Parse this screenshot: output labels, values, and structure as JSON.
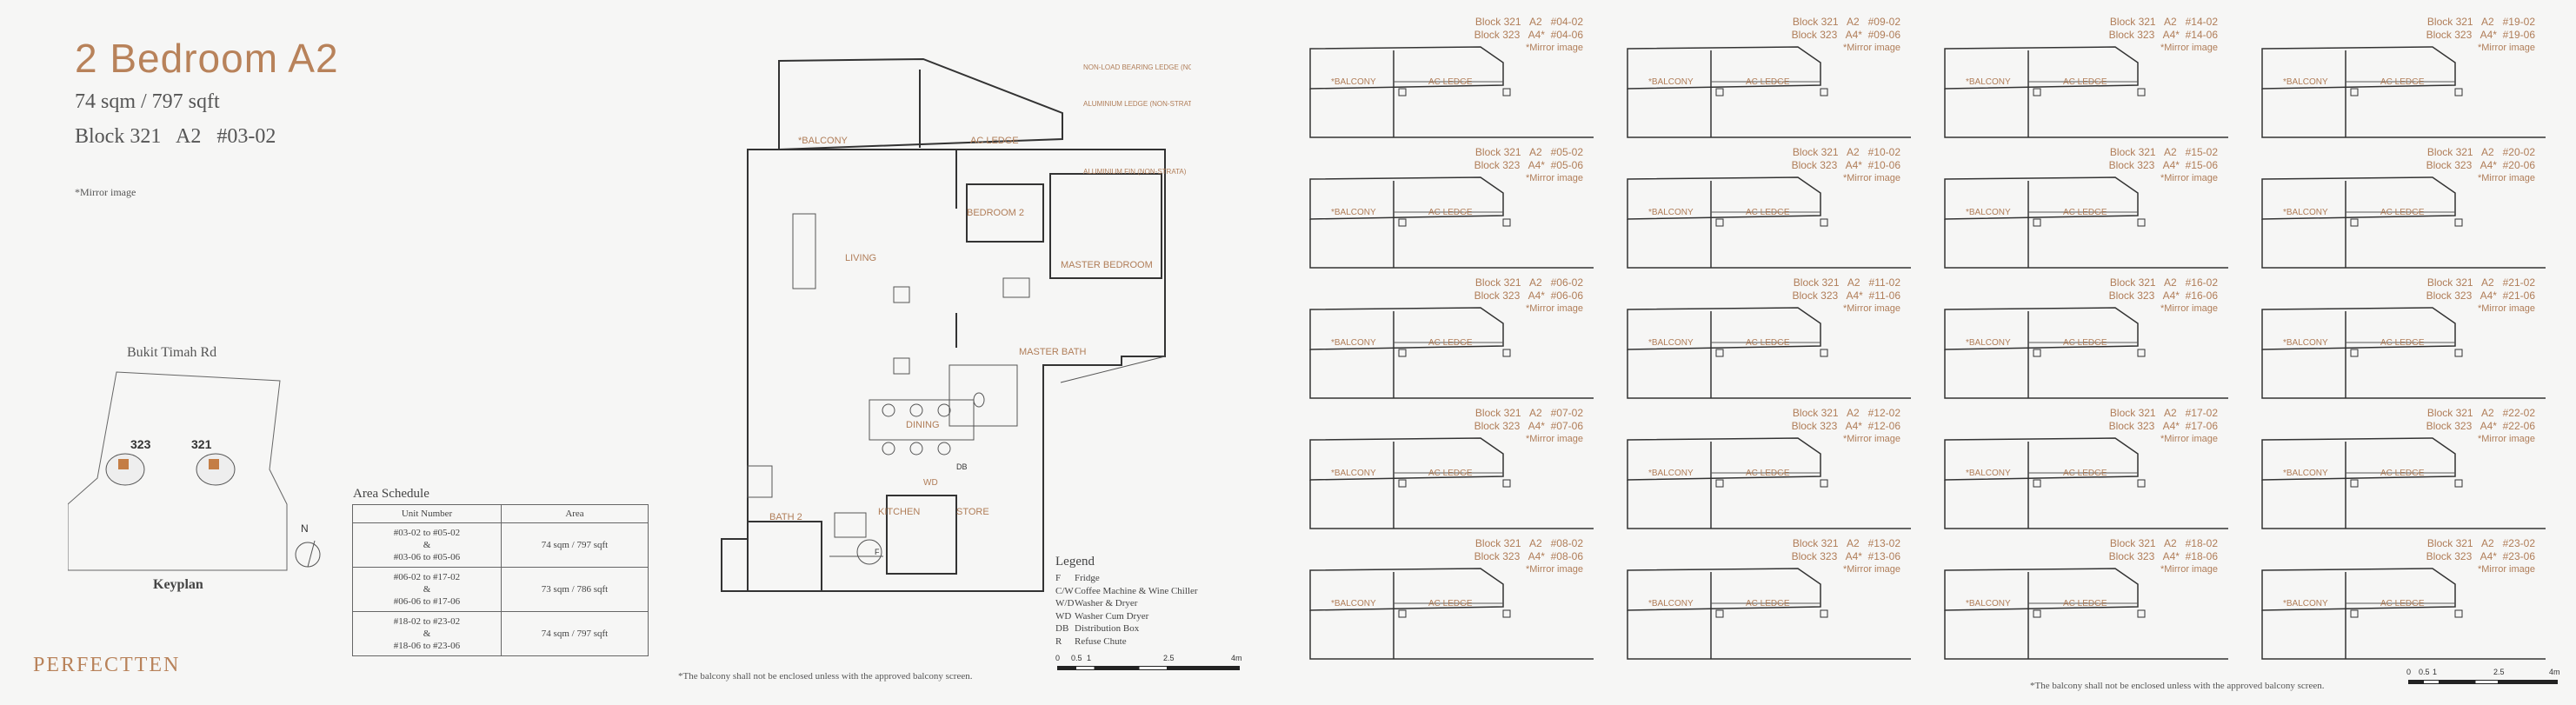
{
  "header": {
    "title": "2 Bedroom A2",
    "area": "74 sqm / 797 sqft",
    "unit": "Block 321   A2   #03-02",
    "mirror_note": "*Mirror image"
  },
  "keyplan": {
    "road": "Bukit Timah Rd",
    "block_a": "323",
    "block_b": "321",
    "north": "N",
    "title": "Keyplan"
  },
  "area_schedule": {
    "title": "Area Schedule",
    "headers": [
      "Unit Number",
      "Area"
    ],
    "rows": [
      {
        "units": [
          "#03-02 to #05-02",
          "&",
          "#03-06 to #05-06"
        ],
        "area": "74 sqm / 797 sqft"
      },
      {
        "units": [
          "#06-02 to #17-02",
          "&",
          "#06-06 to #17-06"
        ],
        "area": "73 sqm / 786 sqft"
      },
      {
        "units": [
          "#18-02 to #23-02",
          "&",
          "#18-06 to #23-06"
        ],
        "area": "74 sqm / 797 sqft"
      }
    ]
  },
  "brand": {
    "logo": "PERFECTTEN"
  },
  "plan": {
    "balcony": "*BALCONY",
    "ac_ledge": "AC LEDGE",
    "bedroom2": "BEDROOM 2",
    "living": "LIVING",
    "master_bedroom": "MASTER BEDROOM",
    "master_bath": "MASTER BATH",
    "dining": "DINING",
    "bath2": "BATH 2",
    "kitchen": "KITCHEN",
    "store": "STORE",
    "wd": "WD",
    "db": "DB",
    "f": "F",
    "note_nonload": "NON-LOAD BEARING LEDGE (NON-STRATA)",
    "note_alum1": "ALUMINIUM LEDGE (NON-STRATA)",
    "note_alum2": "ALUMINIUM FIN (NON-STRATA)"
  },
  "legend": {
    "title": "Legend",
    "items": [
      {
        "k": "F",
        "v": "Fridge"
      },
      {
        "k": "C/W",
        "v": "Coffee Machine & Wine Chiller"
      },
      {
        "k": "W/D",
        "v": "Washer & Dryer"
      },
      {
        "k": "WD",
        "v": "Washer Cum Dryer"
      },
      {
        "k": "DB",
        "v": "Distribution Box"
      },
      {
        "k": "R",
        "v": "Refuse Chute"
      }
    ]
  },
  "scale": {
    "labels": [
      "0",
      "0.5",
      "1",
      "2.5",
      "4m"
    ]
  },
  "disclaimer": "*The balcony shall not be enclosed unless with the approved balcony screen.",
  "variants": [
    {
      "b1": "Block 321   A2   #04-02",
      "b2": "Block 323   A4*  #04-06",
      "mi": "*Mirror image"
    },
    {
      "b1": "Block 321   A2   #09-02",
      "b2": "Block 323   A4*  #09-06",
      "mi": "*Mirror image"
    },
    {
      "b1": "Block 321   A2   #14-02",
      "b2": "Block 323   A4*  #14-06",
      "mi": "*Mirror image"
    },
    {
      "b1": "Block 321   A2   #19-02",
      "b2": "Block 323   A4*  #19-06",
      "mi": "*Mirror image"
    },
    {
      "b1": "Block 321   A2   #05-02",
      "b2": "Block 323   A4*  #05-06",
      "mi": "*Mirror image"
    },
    {
      "b1": "Block 321   A2   #10-02",
      "b2": "Block 323   A4*  #10-06",
      "mi": "*Mirror image"
    },
    {
      "b1": "Block 321   A2   #15-02",
      "b2": "Block 323   A4*  #15-06",
      "mi": "*Mirror image"
    },
    {
      "b1": "Block 321   A2   #20-02",
      "b2": "Block 323   A4*  #20-06",
      "mi": "*Mirror image"
    },
    {
      "b1": "Block 321   A2   #06-02",
      "b2": "Block 323   A4*  #06-06",
      "mi": "*Mirror image"
    },
    {
      "b1": "Block 321   A2   #11-02",
      "b2": "Block 323   A4*  #11-06",
      "mi": "*Mirror image"
    },
    {
      "b1": "Block 321   A2   #16-02",
      "b2": "Block 323   A4*  #16-06",
      "mi": "*Mirror image"
    },
    {
      "b1": "Block 321   A2   #21-02",
      "b2": "Block 323   A4*  #21-06",
      "mi": "*Mirror image"
    },
    {
      "b1": "Block 321   A2   #07-02",
      "b2": "Block 323   A4*  #07-06",
      "mi": "*Mirror image"
    },
    {
      "b1": "Block 321   A2   #12-02",
      "b2": "Block 323   A4*  #12-06",
      "mi": "*Mirror image"
    },
    {
      "b1": "Block 321   A2   #17-02",
      "b2": "Block 323   A4*  #17-06",
      "mi": "*Mirror image"
    },
    {
      "b1": "Block 321   A2   #22-02",
      "b2": "Block 323   A4*  #22-06",
      "mi": "*Mirror image"
    },
    {
      "b1": "Block 321   A2   #08-02",
      "b2": "Block 323   A4*  #08-06",
      "mi": "*Mirror image"
    },
    {
      "b1": "Block 321   A2   #13-02",
      "b2": "Block 323   A4*  #13-06",
      "mi": "*Mirror image"
    },
    {
      "b1": "Block 321   A2   #18-02",
      "b2": "Block 323   A4*  #18-06",
      "mi": "*Mirror image"
    },
    {
      "b1": "Block 321   A2   #23-02",
      "b2": "Block 323   A4*  #23-06",
      "mi": "*Mirror image"
    }
  ]
}
